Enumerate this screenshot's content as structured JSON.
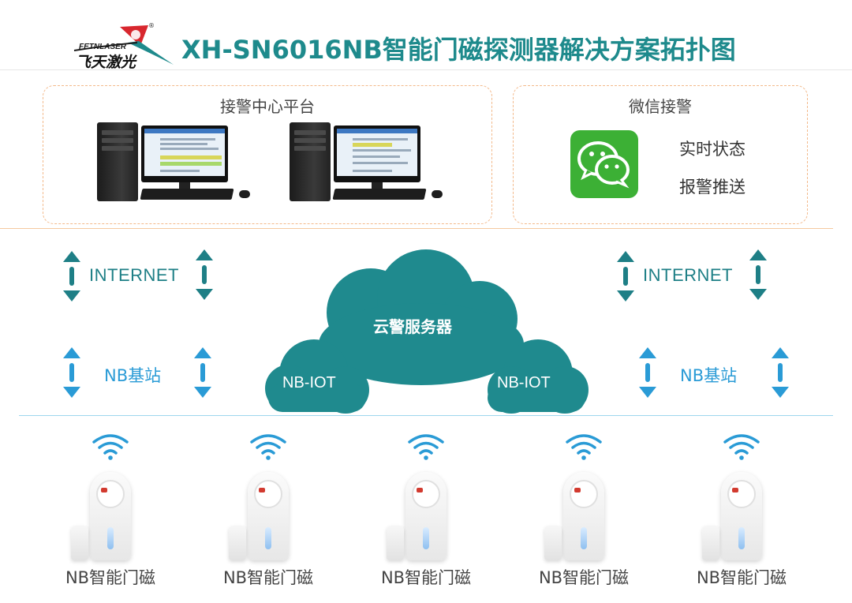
{
  "header": {
    "logo_text_en": "FETNLASER",
    "logo_text_cn": "飞天激光",
    "logo_reg": "®",
    "title": "XH-SN6016NB智能门磁探测器解决方案拓扑图"
  },
  "alarm_center": {
    "title": "接警中心平台"
  },
  "wechat": {
    "title": "微信接警",
    "items": [
      "实时状态",
      "报警推送"
    ]
  },
  "network": {
    "internet_label": "INTERNET",
    "nb_label": "NB基站",
    "cloud_main": "云警服务器",
    "cloud_left": "NB-IOT",
    "cloud_right": "NB-IOT"
  },
  "devices": [
    {
      "label": "NB智能门磁"
    },
    {
      "label": "NB智能门磁"
    },
    {
      "label": "NB智能门磁"
    },
    {
      "label": "NB智能门磁"
    },
    {
      "label": "NB智能门磁"
    }
  ],
  "colors": {
    "title": "#1e8a8c",
    "cloud": "#1f8a8e",
    "internet_arrow": "#1e7f86",
    "nb_arrow": "#2a9bd6",
    "wechat": "#3cb035",
    "panel_border": "#f3b98a"
  }
}
